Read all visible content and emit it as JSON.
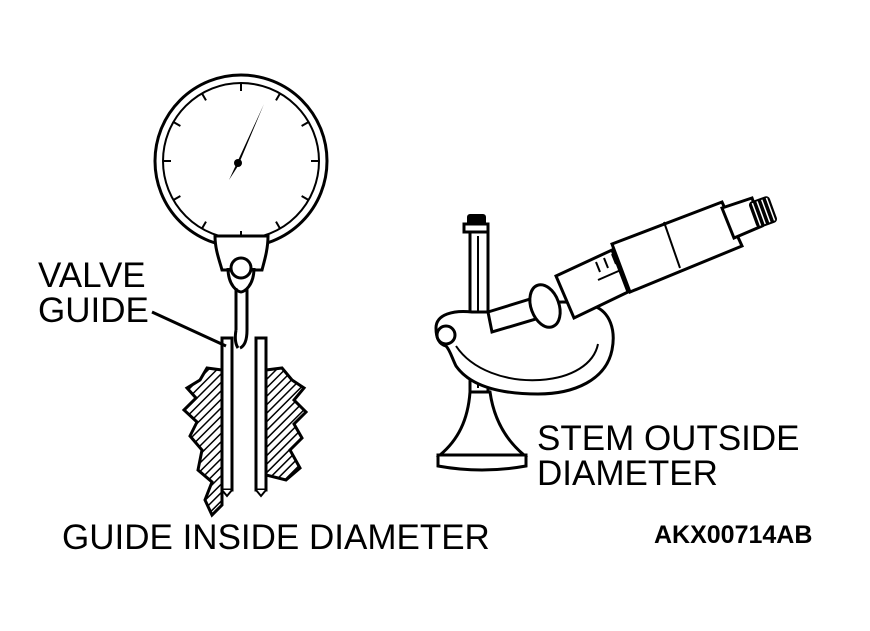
{
  "labels": {
    "valve_guide_line1": "VALVE",
    "valve_guide_line2": "GUIDE",
    "stem_outside_line1": "STEM OUTSIDE",
    "stem_outside_line2": "DIAMETER",
    "guide_inside_diameter": "GUIDE INSIDE DIAMETER",
    "figure_code": "AKX00714AB"
  },
  "colors": {
    "ink": "#000000",
    "paper": "#ffffff"
  },
  "icons": {
    "dial_gauge": "dial-gauge-icon",
    "micrometer": "micrometer-icon",
    "valve": "valve-icon"
  }
}
